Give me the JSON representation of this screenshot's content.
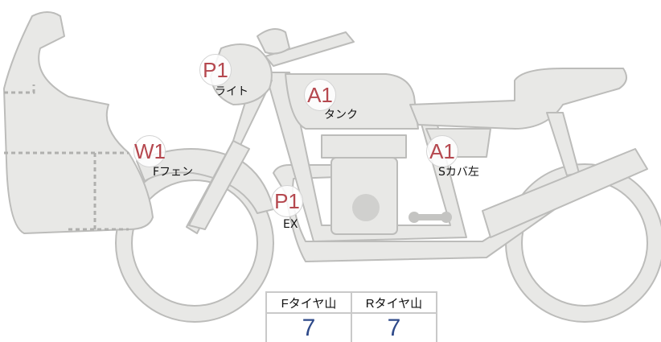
{
  "marks": [
    {
      "code": "P1",
      "part": "ライト"
    },
    {
      "code": "A1",
      "part": "タンク"
    },
    {
      "code": "W1",
      "part": "Fフェン"
    },
    {
      "code": "A1",
      "part": "Sカバ左"
    },
    {
      "code": "P1",
      "part": "EX"
    }
  ],
  "tires": {
    "front_label": "Fタイヤ山",
    "rear_label": "Rタイヤ山",
    "front_value": "7",
    "rear_value": "7"
  },
  "colors": {
    "code": "#b5484f",
    "value": "#2f4a8a",
    "body": "#e8e8e6",
    "outline": "#bcbcba"
  }
}
